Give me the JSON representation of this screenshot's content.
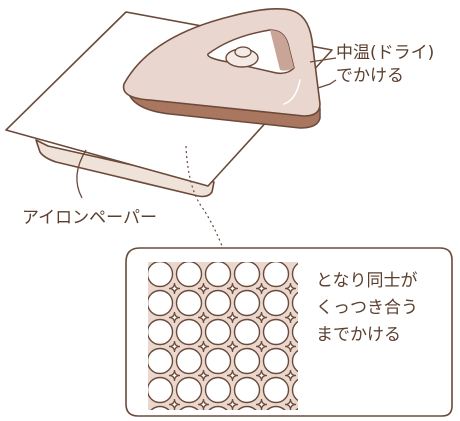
{
  "labels": {
    "temperature_line1": "中温(ドライ)",
    "temperature_line2": "でかける",
    "paper": "アイロンペーパー",
    "result_line1": "となり同士が",
    "result_line2": "くっつき合う",
    "result_line3": "までかける"
  },
  "colors": {
    "outline": "#6b4a3a",
    "iron_body": "#e9d6cf",
    "iron_soleplate": "#a9765f",
    "board_edge": "#efe2d8",
    "bead_fill": "#ead7cd",
    "text": "#5a3f2e"
  }
}
